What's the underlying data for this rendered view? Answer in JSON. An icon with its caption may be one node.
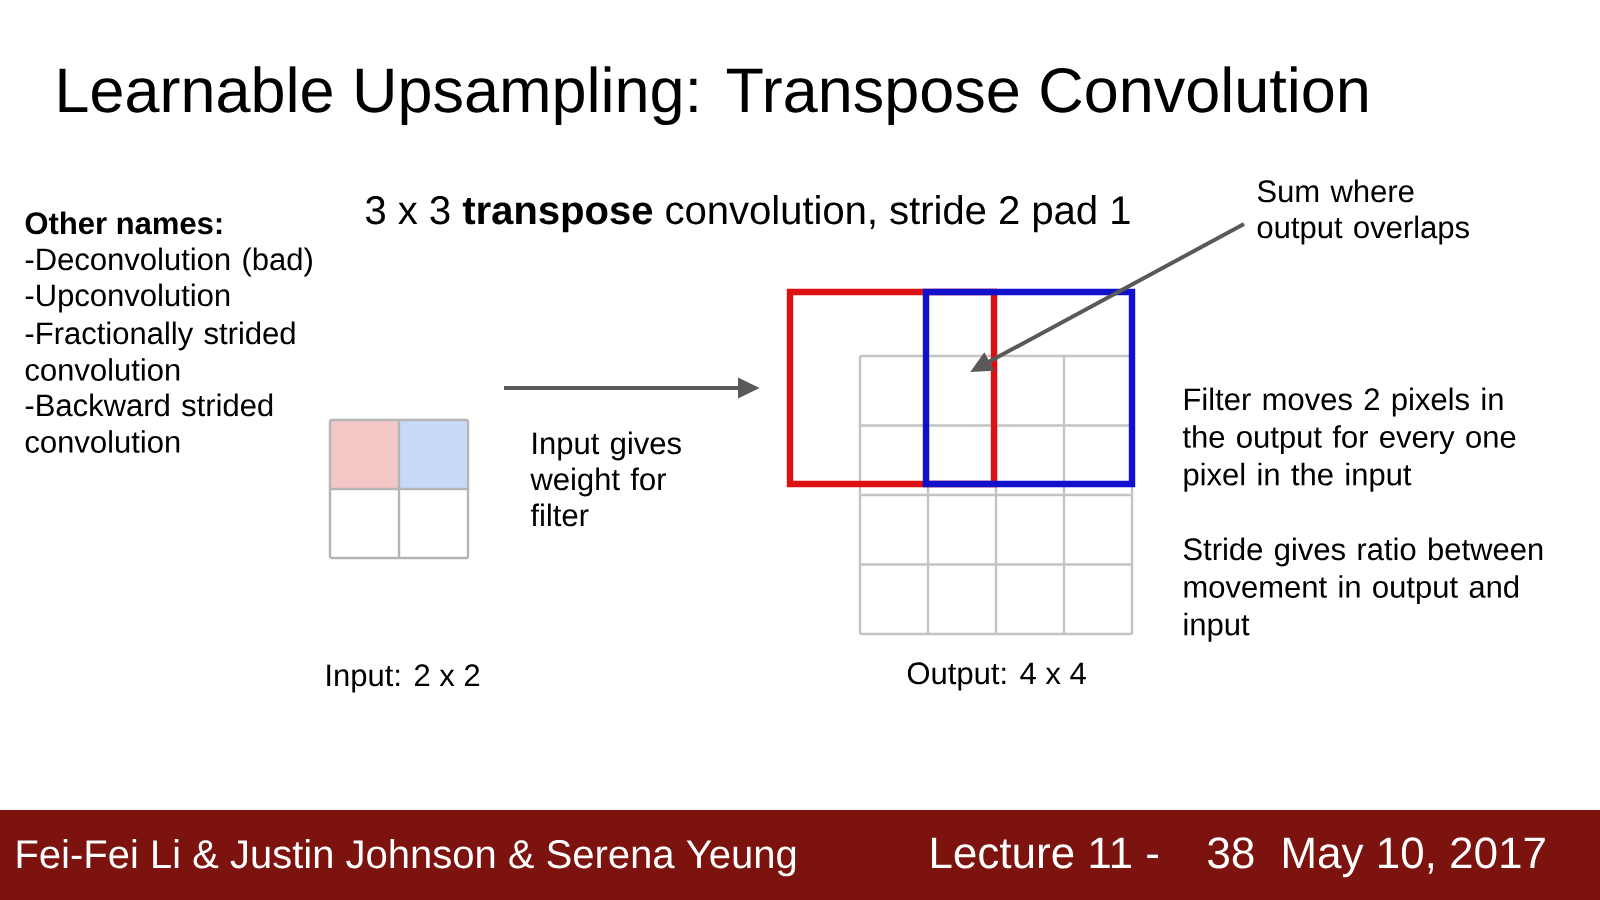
{
  "diagram": {
    "title": "Learnable Upsampling: Transpose Convolution",
    "nodes": [
      {
        "text": [],
        "shape": "grid",
        "beside": [
          "Input: 2 x 2"
        ]
      },
      {
        "text": [],
        "shape": "grid",
        "beside": [
          "Output: 4 x 4"
        ]
      },
      {
        "text": [],
        "shape": "box"
      },
      {
        "text": [],
        "shape": "box"
      },
      {
        "text": [
          "Sum where output overlaps"
        ]
      }
    ],
    "edges": [
      {
        "from": 0,
        "to": 2,
        "arrow": "to",
        "label": "Input gives weight for filter"
      },
      {
        "from": 4,
        "to": 2,
        "arrow": "to"
      }
    ],
    "labels": [
      "3 x 3 **transpose** convolution, stride 2 pad 1",
      "Other names:",
      "-Deconvolution (bad)",
      "-Upconvolution",
      "-Fractionally strided convolution",
      "-Backward strided convolution",
      "Filter moves 2 pixels in the output for every one pixel in the input",
      "Stride gives ratio between movement in output and input",
      "Fei-Fei Li & Justin Johnson & Serena Yeung",
      "Lecture 11 -",
      "38",
      "May 10, 2017"
    ]
  }
}
